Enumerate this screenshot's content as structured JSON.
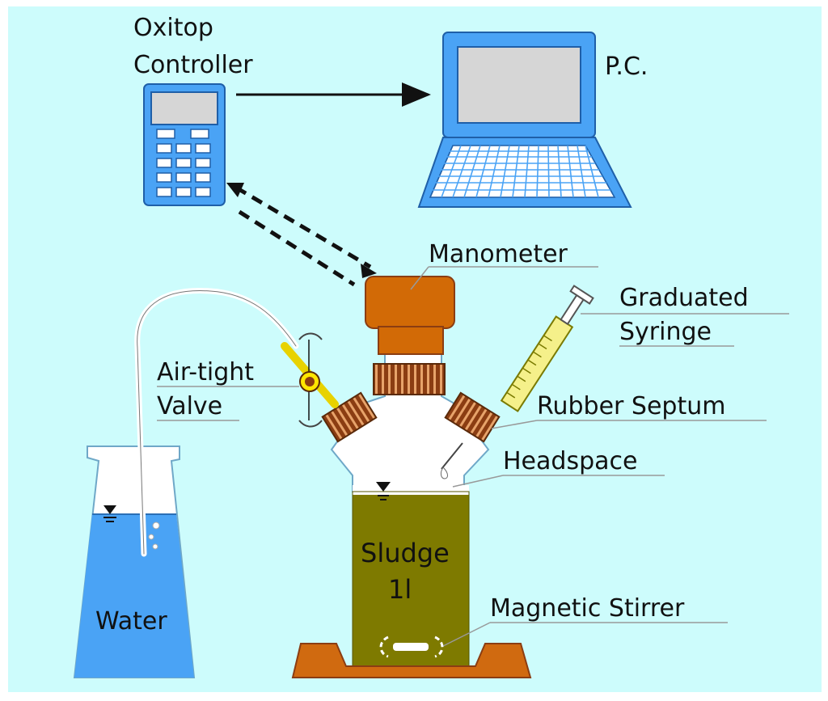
{
  "labels": {
    "oxitop_line1": "Oxitop",
    "oxitop_line2": "Controller",
    "pc": "P.C.",
    "manometer": "Manometer",
    "graduated_line1": "Graduated",
    "graduated_line2": "Syringe",
    "airtight_line1": "Air-tight",
    "airtight_line2": "Valve",
    "rubber_septum": "Rubber Septum",
    "headspace": "Headspace",
    "sludge_line1": "Sludge",
    "sludge_line2": "1l",
    "magnetic_stirrer": "Magnetic Stirrer",
    "water": "Water"
  },
  "colors": {
    "background": "#cdfcfc",
    "device_blue": "#4aa3f5",
    "screen_gray": "#d6d6d6",
    "manometer_orange": "#d26a06",
    "thread_brown": "#8b3d12",
    "sludge_olive": "#7e7a00",
    "water_blue": "#4aa3f5",
    "syringe_yellow": "#f5f08a",
    "stirrer_base": "#d06a10",
    "label_line": "#888888"
  }
}
